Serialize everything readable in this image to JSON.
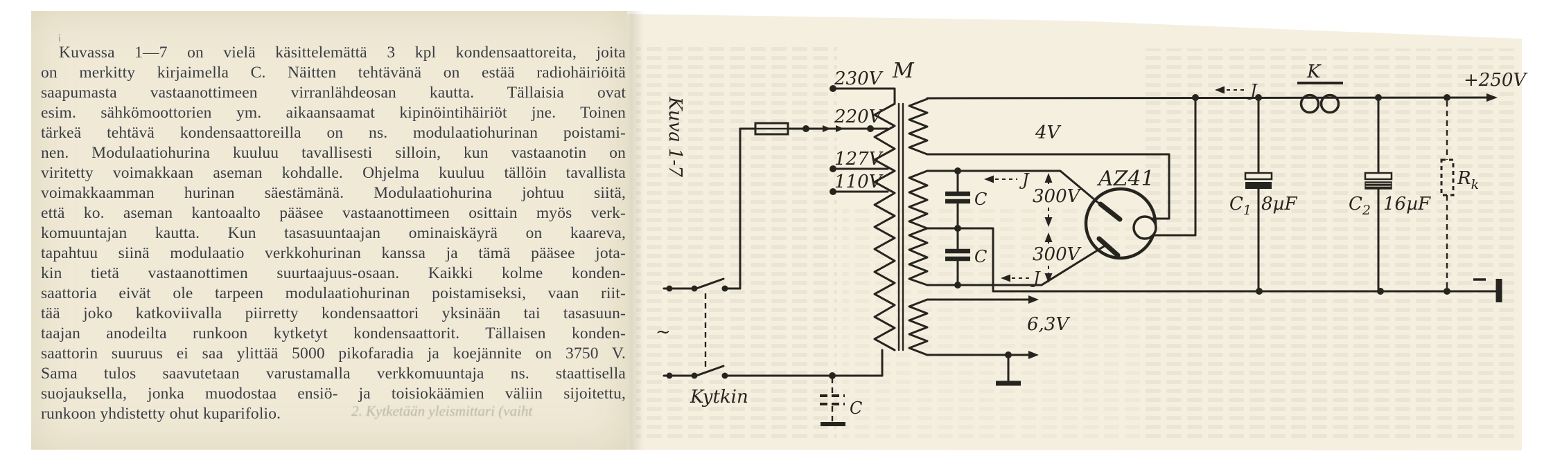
{
  "page": {
    "left": {
      "paragraph_lines": [
        "Kuvassa 1—7 on vielä käsittelemättä 3 kpl kondensaattoreita, joita",
        "on merkitty kirjaimella C. Näitten tehtävänä on estää radiohäiriöitä",
        "saapumasta vastaanottimeen virranlähdeosan kautta. Tällaisia ovat",
        "esim. sähkömoottorien ym. aikaansaamat kipinöintihäiriöt jne. Toinen",
        "tärkeä tehtävä kondensaattoreilla on ns. modulaatiohurinan poistami-",
        "nen. Modulaatiohurina kuuluu tavallisesti silloin, kun vastaanotin on",
        "viritetty voimakkaan aseman kohdalle. Ohjelma kuuluu tällöin tavallista",
        "voimakkaamman hurinan säestämänä. Modulaatiohurina johtuu siitä,",
        "että ko. aseman kantoaalto pääsee vastaanottimeen osittain myös verk-",
        "komuuntajan kautta. Kun tasasuuntaajan ominaiskäyrä on kaareva,",
        "tapahtuu siinä modulaatio verkkohurinan kanssa ja tämä pääsee jota-",
        "kin tietä vastaanottimen suurtaajuus-osaan. Kaikki kolme konden-",
        "saattoria eivät ole tarpeen modulaatiohurinan poistamiseksi, vaan riit-",
        "tää joko katkoviivalla piirretty kondensaattori yksinään tai tasasuun-",
        "taajan anodeilta runkoon kytketyt kondensaattorit. Tällaisen konden-",
        "saattorin suuruus ei saa ylittää 5000 pikofaradia ja koejännite on 3750 V.",
        "Sama tulos saavutetaan varustamalla verkkomuuntaja ns. staattisella",
        "suojauksella, jonka muodostaa ensiö- ja toisiokäämien väliin sijoitettu,",
        "runkoon yhdistetty ohut kuparifolio."
      ],
      "bleed_line": "2. Kytketään yleismittari (vaiht",
      "top_artifact": "j"
    },
    "right": {
      "figure_label": "Kuva 1-7",
      "labels": {
        "transformer": "M",
        "tap_230": "230V",
        "tap_220": "220V",
        "tap_127": "127V",
        "tap_110": "110V",
        "heater_4v": "4V",
        "hv_top": "300V",
        "hv_bottom": "300V",
        "tube": "AZ41",
        "j_top_right": "J",
        "j_mid": "J",
        "j_bottom": "J",
        "cap_c_top": "C",
        "cap_c_mid": "C",
        "cap_c_dashed": "C",
        "heater_63v": "6,3V",
        "switch": "Kytkin",
        "ac": "~",
        "choke": "K",
        "c1": {
          "main": "C",
          "sub": "1"
        },
        "c1_value": "8µF",
        "c2": {
          "main": "C",
          "sub": "2"
        },
        "c2_value": "16µF",
        "rk": {
          "main": "R",
          "sub": "k"
        },
        "output": "+250V",
        "minus": "−"
      }
    },
    "colors": {
      "left_page_bg": "#efe9d6",
      "right_page_bg": "#f4efdf",
      "ink": "#26241f",
      "text_ink": "#3b3d44"
    }
  }
}
